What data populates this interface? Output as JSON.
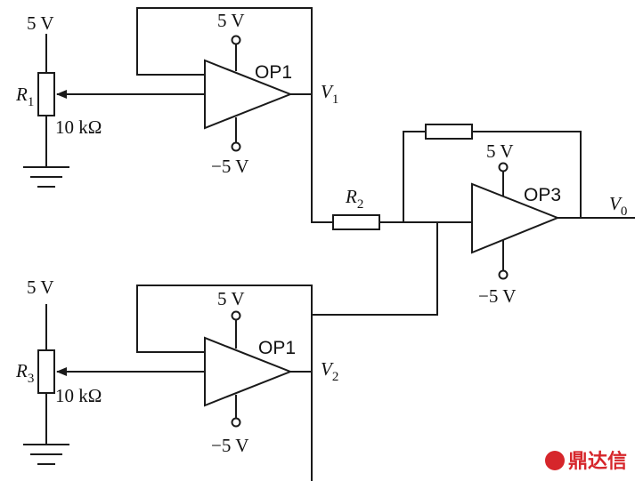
{
  "supply_top": "5 V",
  "supply_bottom": "5 V",
  "r1": {
    "letter": "R",
    "sub": "1",
    "value": "10 kΩ"
  },
  "r3": {
    "letter": "R",
    "sub": "3",
    "value": "10 kΩ"
  },
  "r2": {
    "letter": "R",
    "sub": "2"
  },
  "op_upper": {
    "name": "OP1",
    "vpos": "5 V",
    "vneg": "−5 V",
    "out_letter": "V",
    "out_sub": "1"
  },
  "op_lower": {
    "name": "OP1",
    "vpos": "5 V",
    "vneg": "−5 V",
    "out_letter": "V",
    "out_sub": "2"
  },
  "op3": {
    "name": "OP3",
    "vpos": "5 V",
    "vneg": "−5 V",
    "out_letter": "V",
    "out_sub": "0"
  },
  "watermark": {
    "text": "鼎达信",
    "color": "#d6262b"
  }
}
